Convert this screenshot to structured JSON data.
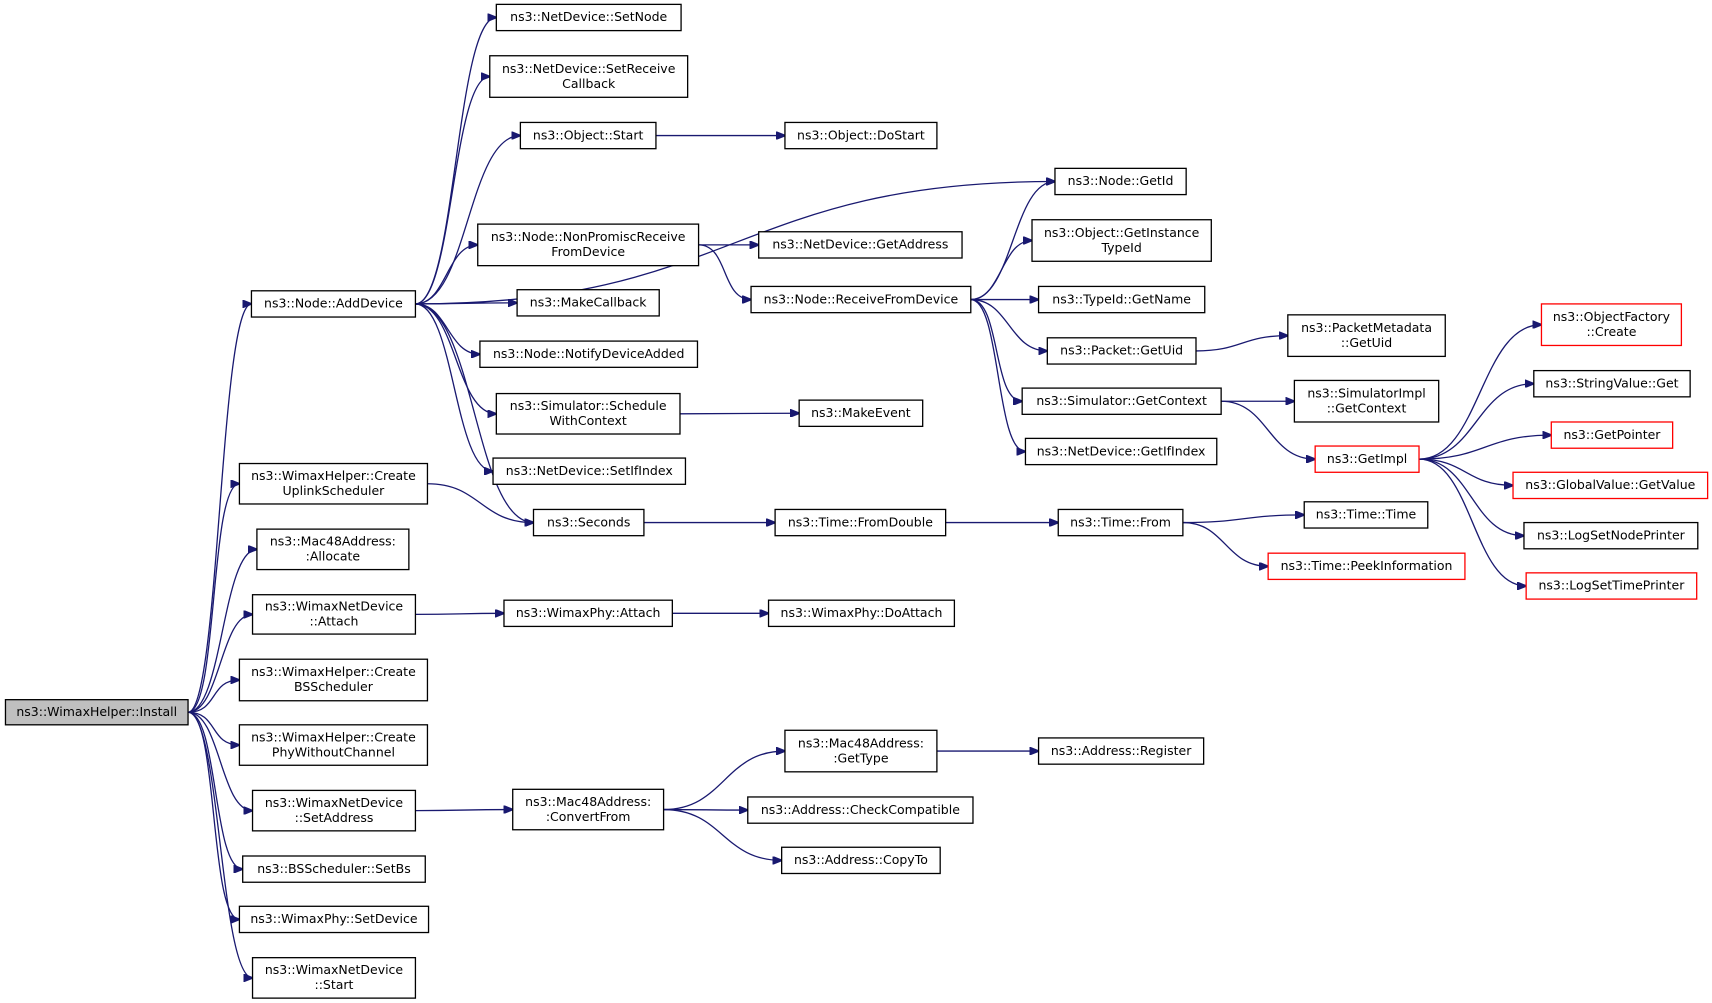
{
  "colors": {
    "edge": "#191970",
    "border_normal": "#000000",
    "border_truncated": "#ff0000",
    "fill_root": "#bfbfbf",
    "fill_node": "#ffffff"
  },
  "nodes": [
    {
      "id": "install",
      "lines": [
        "ns3::WimaxHelper::Install"
      ],
      "style": "root"
    },
    {
      "id": "adddevice",
      "lines": [
        "ns3::Node::AddDevice"
      ],
      "style": "normal"
    },
    {
      "id": "createuplink",
      "lines": [
        "ns3::WimaxHelper::Create",
        "UplinkScheduler"
      ],
      "style": "normal"
    },
    {
      "id": "mac48alloc",
      "lines": [
        "ns3::Mac48Address:",
        ":Allocate"
      ],
      "style": "normal"
    },
    {
      "id": "wndattach",
      "lines": [
        "ns3::WimaxNetDevice",
        "::Attach"
      ],
      "style": "normal"
    },
    {
      "id": "createbs",
      "lines": [
        "ns3::WimaxHelper::Create",
        "BSScheduler"
      ],
      "style": "normal"
    },
    {
      "id": "createphy",
      "lines": [
        "ns3::WimaxHelper::Create",
        "PhyWithoutChannel"
      ],
      "style": "normal"
    },
    {
      "id": "wndsetaddr",
      "lines": [
        "ns3::WimaxNetDevice",
        "::SetAddress"
      ],
      "style": "normal"
    },
    {
      "id": "bssetbs",
      "lines": [
        "ns3::BSScheduler::SetBs"
      ],
      "style": "normal"
    },
    {
      "id": "physetdev",
      "lines": [
        "ns3::WimaxPhy::SetDevice"
      ],
      "style": "normal"
    },
    {
      "id": "wndstart",
      "lines": [
        "ns3::WimaxNetDevice",
        "::Start"
      ],
      "style": "normal"
    },
    {
      "id": "ndsetnode",
      "lines": [
        "ns3::NetDevice::SetNode"
      ],
      "style": "normal"
    },
    {
      "id": "ndsetrecv",
      "lines": [
        "ns3::NetDevice::SetReceive",
        "Callback"
      ],
      "style": "normal"
    },
    {
      "id": "objstart",
      "lines": [
        "ns3::Object::Start"
      ],
      "style": "normal"
    },
    {
      "id": "nonpromisc",
      "lines": [
        "ns3::Node::NonPromiscReceive",
        "FromDevice"
      ],
      "style": "normal"
    },
    {
      "id": "makecallback",
      "lines": [
        "ns3::MakeCallback"
      ],
      "style": "normal"
    },
    {
      "id": "notifyadded",
      "lines": [
        "ns3::Node::NotifyDeviceAdded"
      ],
      "style": "normal"
    },
    {
      "id": "schedctx",
      "lines": [
        "ns3::Simulator::Schedule",
        "WithContext"
      ],
      "style": "normal"
    },
    {
      "id": "setifindex",
      "lines": [
        "ns3::NetDevice::SetIfIndex"
      ],
      "style": "normal"
    },
    {
      "id": "seconds",
      "lines": [
        "ns3::Seconds"
      ],
      "style": "normal"
    },
    {
      "id": "phyattach",
      "lines": [
        "ns3::WimaxPhy::Attach"
      ],
      "style": "normal"
    },
    {
      "id": "mac48conv",
      "lines": [
        "ns3::Mac48Address:",
        ":ConvertFrom"
      ],
      "style": "normal"
    },
    {
      "id": "objdostart",
      "lines": [
        "ns3::Object::DoStart"
      ],
      "style": "normal"
    },
    {
      "id": "nodegetid",
      "lines": [
        "ns3::Node::GetId"
      ],
      "style": "normal"
    },
    {
      "id": "ndgetaddr",
      "lines": [
        "ns3::NetDevice::GetAddress"
      ],
      "style": "normal"
    },
    {
      "id": "recvfromdev",
      "lines": [
        "ns3::Node::ReceiveFromDevice"
      ],
      "style": "normal"
    },
    {
      "id": "makeevent",
      "lines": [
        "ns3::MakeEvent"
      ],
      "style": "normal"
    },
    {
      "id": "fromdouble",
      "lines": [
        "ns3::Time::FromDouble"
      ],
      "style": "normal"
    },
    {
      "id": "phydoattach",
      "lines": [
        "ns3::WimaxPhy::DoAttach"
      ],
      "style": "normal"
    },
    {
      "id": "mac48gettype",
      "lines": [
        "ns3::Mac48Address:",
        ":GetType"
      ],
      "style": "normal"
    },
    {
      "id": "checkcompat",
      "lines": [
        "ns3::Address::CheckCompatible"
      ],
      "style": "normal"
    },
    {
      "id": "copyto",
      "lines": [
        "ns3::Address::CopyTo"
      ],
      "style": "normal"
    },
    {
      "id": "getinsttype",
      "lines": [
        "ns3::Object::GetInstance",
        "TypeId"
      ],
      "style": "normal"
    },
    {
      "id": "typeidgetname",
      "lines": [
        "ns3::TypeId::GetName"
      ],
      "style": "normal"
    },
    {
      "id": "pktgetuid",
      "lines": [
        "ns3::Packet::GetUid"
      ],
      "style": "normal"
    },
    {
      "id": "simgetctx",
      "lines": [
        "ns3::Simulator::GetContext"
      ],
      "style": "normal"
    },
    {
      "id": "ndgetifindex",
      "lines": [
        "ns3::NetDevice::GetIfIndex"
      ],
      "style": "normal"
    },
    {
      "id": "timefrom",
      "lines": [
        "ns3::Time::From"
      ],
      "style": "normal"
    },
    {
      "id": "addrregister",
      "lines": [
        "ns3::Address::Register"
      ],
      "style": "normal"
    },
    {
      "id": "pktmetauid",
      "lines": [
        "ns3::PacketMetadata",
        "::GetUid"
      ],
      "style": "normal"
    },
    {
      "id": "simimplctx",
      "lines": [
        "ns3::SimulatorImpl",
        "::GetContext"
      ],
      "style": "normal"
    },
    {
      "id": "getimpl",
      "lines": [
        "ns3::GetImpl"
      ],
      "style": "truncated"
    },
    {
      "id": "timetime",
      "lines": [
        "ns3::Time::Time"
      ],
      "style": "normal"
    },
    {
      "id": "peekinfo",
      "lines": [
        "ns3::Time::PeekInformation"
      ],
      "style": "truncated"
    },
    {
      "id": "objfactcreate",
      "lines": [
        "ns3::ObjectFactory",
        "::Create"
      ],
      "style": "truncated"
    },
    {
      "id": "stringvalget",
      "lines": [
        "ns3::StringValue::Get"
      ],
      "style": "normal"
    },
    {
      "id": "getpointer",
      "lines": [
        "ns3::GetPointer"
      ],
      "style": "truncated"
    },
    {
      "id": "globalvalget",
      "lines": [
        "ns3::GlobalValue::GetValue"
      ],
      "style": "truncated"
    },
    {
      "id": "lognodeprinter",
      "lines": [
        "ns3::LogSetNodePrinter"
      ],
      "style": "normal"
    },
    {
      "id": "logtimeprinter",
      "lines": [
        "ns3::LogSetTimePrinter"
      ],
      "style": "truncated"
    }
  ],
  "edges": [
    [
      "install",
      "adddevice"
    ],
    [
      "install",
      "createuplink"
    ],
    [
      "install",
      "mac48alloc"
    ],
    [
      "install",
      "wndattach"
    ],
    [
      "install",
      "createbs"
    ],
    [
      "install",
      "createphy"
    ],
    [
      "install",
      "wndsetaddr"
    ],
    [
      "install",
      "bssetbs"
    ],
    [
      "install",
      "physetdev"
    ],
    [
      "install",
      "wndstart"
    ],
    [
      "adddevice",
      "ndsetnode"
    ],
    [
      "adddevice",
      "ndsetrecv"
    ],
    [
      "adddevice",
      "objstart"
    ],
    [
      "adddevice",
      "nodegetid"
    ],
    [
      "adddevice",
      "nonpromisc"
    ],
    [
      "adddevice",
      "makecallback"
    ],
    [
      "adddevice",
      "notifyadded"
    ],
    [
      "adddevice",
      "schedctx"
    ],
    [
      "adddevice",
      "setifindex"
    ],
    [
      "adddevice",
      "seconds"
    ],
    [
      "createuplink",
      "seconds"
    ],
    [
      "wndattach",
      "phyattach"
    ],
    [
      "phyattach",
      "phydoattach"
    ],
    [
      "wndsetaddr",
      "mac48conv"
    ],
    [
      "mac48conv",
      "mac48gettype"
    ],
    [
      "mac48conv",
      "checkcompat"
    ],
    [
      "mac48conv",
      "copyto"
    ],
    [
      "mac48gettype",
      "addrregister"
    ],
    [
      "objstart",
      "objdostart"
    ],
    [
      "nonpromisc",
      "ndgetaddr"
    ],
    [
      "nonpromisc",
      "recvfromdev"
    ],
    [
      "recvfromdev",
      "nodegetid"
    ],
    [
      "recvfromdev",
      "getinsttype"
    ],
    [
      "recvfromdev",
      "typeidgetname"
    ],
    [
      "recvfromdev",
      "pktgetuid"
    ],
    [
      "recvfromdev",
      "simgetctx"
    ],
    [
      "recvfromdev",
      "ndgetifindex"
    ],
    [
      "pktgetuid",
      "pktmetauid"
    ],
    [
      "simgetctx",
      "simimplctx"
    ],
    [
      "simgetctx",
      "getimpl"
    ],
    [
      "schedctx",
      "makeevent"
    ],
    [
      "seconds",
      "fromdouble"
    ],
    [
      "fromdouble",
      "timefrom"
    ],
    [
      "timefrom",
      "timetime"
    ],
    [
      "timefrom",
      "peekinfo"
    ],
    [
      "getimpl",
      "objfactcreate"
    ],
    [
      "getimpl",
      "stringvalget"
    ],
    [
      "getimpl",
      "getpointer"
    ],
    [
      "getimpl",
      "globalvalget"
    ],
    [
      "getimpl",
      "lognodeprinter"
    ],
    [
      "getimpl",
      "logtimeprinter"
    ]
  ]
}
